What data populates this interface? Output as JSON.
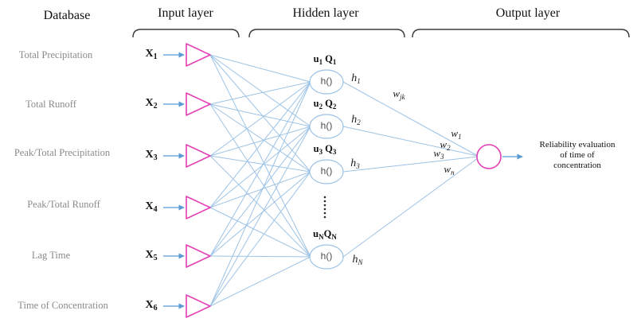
{
  "columns": {
    "database_title": "Database",
    "input_title": "Input layer",
    "hidden_title": "Hidden layer",
    "output_title": "Output layer"
  },
  "database": {
    "items": [
      "Total Precipitation",
      "Total Runoff",
      "Peak/Total Precipitation",
      "Peak/Total Runoff",
      "Lag Time",
      "Time of Concentration"
    ]
  },
  "inputs": [
    {
      "base": "X",
      "sub": "1"
    },
    {
      "base": "X",
      "sub": "2"
    },
    {
      "base": "X",
      "sub": "3"
    },
    {
      "base": "X",
      "sub": "4"
    },
    {
      "base": "X",
      "sub": "5"
    },
    {
      "base": "X",
      "sub": "6"
    }
  ],
  "hidden_nodes": [
    {
      "u": "u",
      "u_sub": "1",
      "q": "Q",
      "q_sub": "1",
      "body": "h()",
      "h": "h",
      "h_sub": "1"
    },
    {
      "u": "u",
      "u_sub": "2",
      "q": "Q",
      "q_sub": "2",
      "body": "h()",
      "h": "h",
      "h_sub": "2"
    },
    {
      "u": "u",
      "u_sub": "3",
      "q": "Q",
      "q_sub": "3",
      "body": "h()",
      "h": "h",
      "h_sub": "3"
    },
    {
      "u": "u",
      "u_sub": "N",
      "q": "Q",
      "q_sub": "N",
      "body": "h()",
      "h": "h",
      "h_sub": "N"
    }
  ],
  "weights": {
    "jk": {
      "base": "w",
      "sub": "jk"
    },
    "w1": {
      "base": "w",
      "sub": "1"
    },
    "w2": {
      "base": "w",
      "sub": "2"
    },
    "w3": {
      "base": "w",
      "sub": "3"
    },
    "wn": {
      "base": "w",
      "sub": "n"
    }
  },
  "output": {
    "result_lines": [
      "Reliability  evaluation",
      "of time of",
      "concentration"
    ]
  },
  "colors": {
    "connection_blue": "#9DC3E6",
    "arrow_blue": "#5B9BD5",
    "node_magenta": "#E33FB5",
    "label_gray": "#8A8A8A",
    "bracket_dark": "#3B3B3B"
  }
}
